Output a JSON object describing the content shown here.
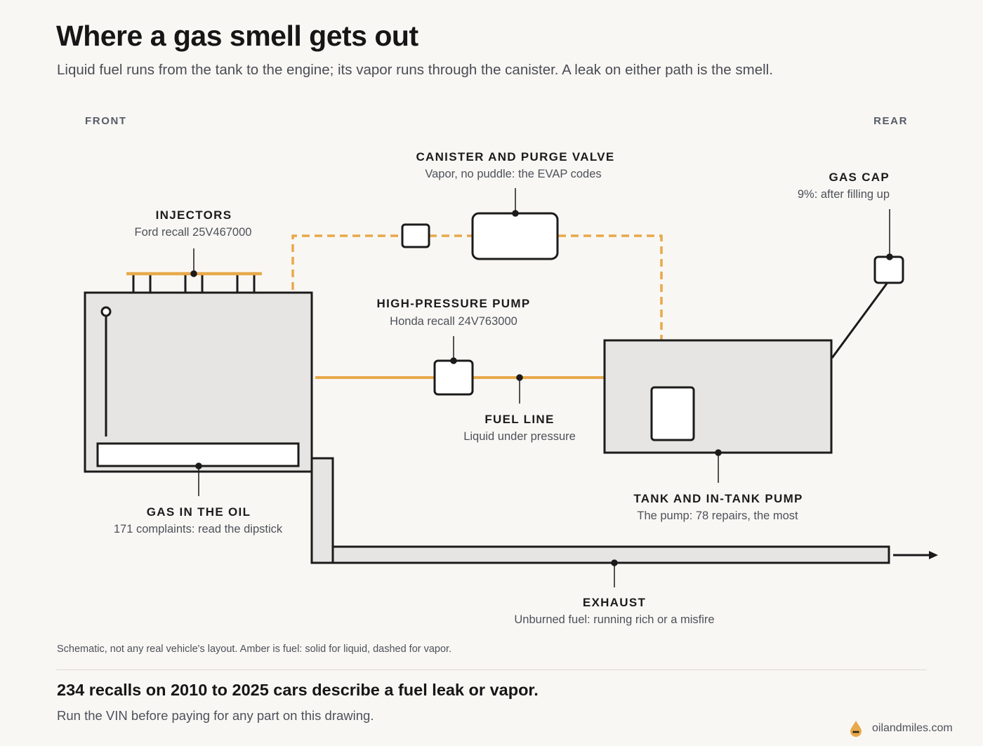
{
  "title": "Where a gas smell gets out",
  "subtitle": "Liquid fuel runs from the tank to the engine; its vapor runs through the canister. A leak on either path is the smell.",
  "directions": {
    "front": "FRONT",
    "rear": "REAR"
  },
  "components": {
    "canister": {
      "name": "CANISTER AND PURGE VALVE",
      "desc": "Vapor, no puddle: the EVAP codes"
    },
    "gas_cap": {
      "name": "GAS CAP",
      "desc": "9%: after filling up"
    },
    "injectors": {
      "name": "INJECTORS",
      "desc": "Ford recall 25V467000"
    },
    "hp_pump": {
      "name": "HIGH-PRESSURE PUMP",
      "desc": "Honda recall 24V763000"
    },
    "fuel_line": {
      "name": "FUEL LINE",
      "desc": "Liquid under pressure"
    },
    "gas_in_oil": {
      "name": "GAS IN THE OIL",
      "desc": "171 complaints: read the dipstick"
    },
    "tank": {
      "name": "TANK AND IN-TANK PUMP",
      "desc": "The pump: 78 repairs, the most"
    },
    "exhaust": {
      "name": "EXHAUST",
      "desc": "Unburned fuel: running rich or a misfire"
    }
  },
  "colors": {
    "fuel": "#e8a94a",
    "outline": "#1b1b1b",
    "block_fill": "#e6e5e3",
    "part_fill": "#ffffff",
    "background": "#f9f7f4"
  },
  "note": "Schematic, not any real vehicle's layout. Amber is fuel: solid for liquid, dashed for vapor.",
  "headline": "234 recalls on 2010 to 2025 cars describe a fuel leak or vapor.",
  "footnote": "Run the VIN before paying for any part on this drawing.",
  "brand": {
    "name": "oilandmiles.com",
    "icon": "oil-drop-icon"
  }
}
